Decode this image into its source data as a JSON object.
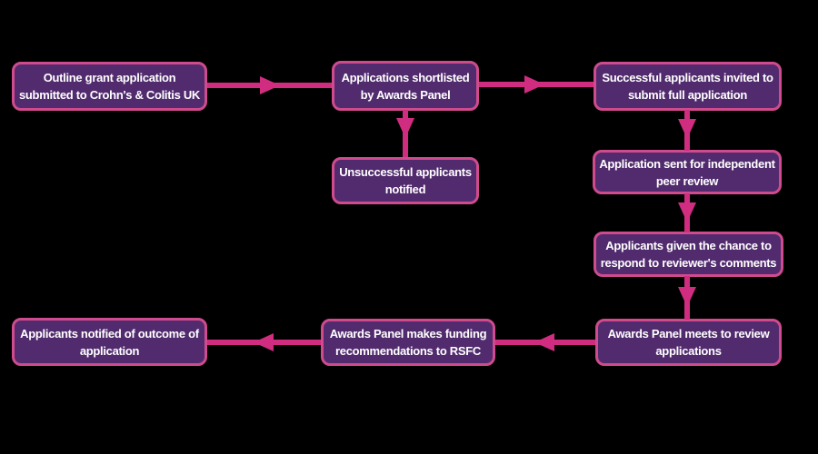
{
  "diagram": {
    "type": "flowchart",
    "subject": "Grant application process",
    "colors": {
      "background": "#000000",
      "node_fill": "#512b6e",
      "node_border": "#cf4b8d",
      "arrow": "#d02d80",
      "text": "#ffffff"
    },
    "nodes": [
      {
        "id": "outline-application",
        "label": "Outline grant application submitted to Crohn's & Colitis UK",
        "lines": [
          "Outline grant application",
          "submitted to Crohn's & Colitis UK"
        ]
      },
      {
        "id": "applications-shortlisted",
        "label": "Applications shortlisted by Awards Panel",
        "lines": [
          "Applications shortlisted",
          "by Awards Panel"
        ]
      },
      {
        "id": "successful-invited",
        "label": "Successful applicants invited to submit full application",
        "lines": [
          "Successful applicants invited to",
          "submit full application"
        ]
      },
      {
        "id": "unsuccessful-notified",
        "label": "Unsuccessful applicants notified",
        "lines": [
          "Unsuccessful applicants",
          "notified"
        ]
      },
      {
        "id": "peer-review",
        "label": "Application sent for independent peer review",
        "lines": [
          "Application sent for independent",
          "peer review"
        ]
      },
      {
        "id": "respond-comments",
        "label": "Applicants given the chance to respond to reviewer's comments",
        "lines": [
          "Applicants given the chance to",
          "respond to reviewer's comments"
        ]
      },
      {
        "id": "panel-meets",
        "label": "Awards Panel meets to review applications",
        "lines": [
          "Awards Panel meets to review",
          "applications"
        ]
      },
      {
        "id": "funding-recommendations",
        "label": "Awards Panel makes funding recommendations to RSFC",
        "lines": [
          "Awards Panel makes funding",
          "recommendations to RSFC"
        ]
      },
      {
        "id": "outcome-notified",
        "label": "Applicants notified of outcome of application",
        "lines": [
          "Applicants notified of outcome of",
          "application"
        ]
      }
    ],
    "edges": [
      {
        "from": "outline-application",
        "to": "applications-shortlisted",
        "direction": "right"
      },
      {
        "from": "applications-shortlisted",
        "to": "successful-invited",
        "direction": "right"
      },
      {
        "from": "applications-shortlisted",
        "to": "unsuccessful-notified",
        "direction": "down"
      },
      {
        "from": "successful-invited",
        "to": "peer-review",
        "direction": "down"
      },
      {
        "from": "peer-review",
        "to": "respond-comments",
        "direction": "down"
      },
      {
        "from": "respond-comments",
        "to": "panel-meets",
        "direction": "down"
      },
      {
        "from": "panel-meets",
        "to": "funding-recommendations",
        "direction": "left"
      },
      {
        "from": "funding-recommendations",
        "to": "outcome-notified",
        "direction": "left"
      }
    ]
  }
}
